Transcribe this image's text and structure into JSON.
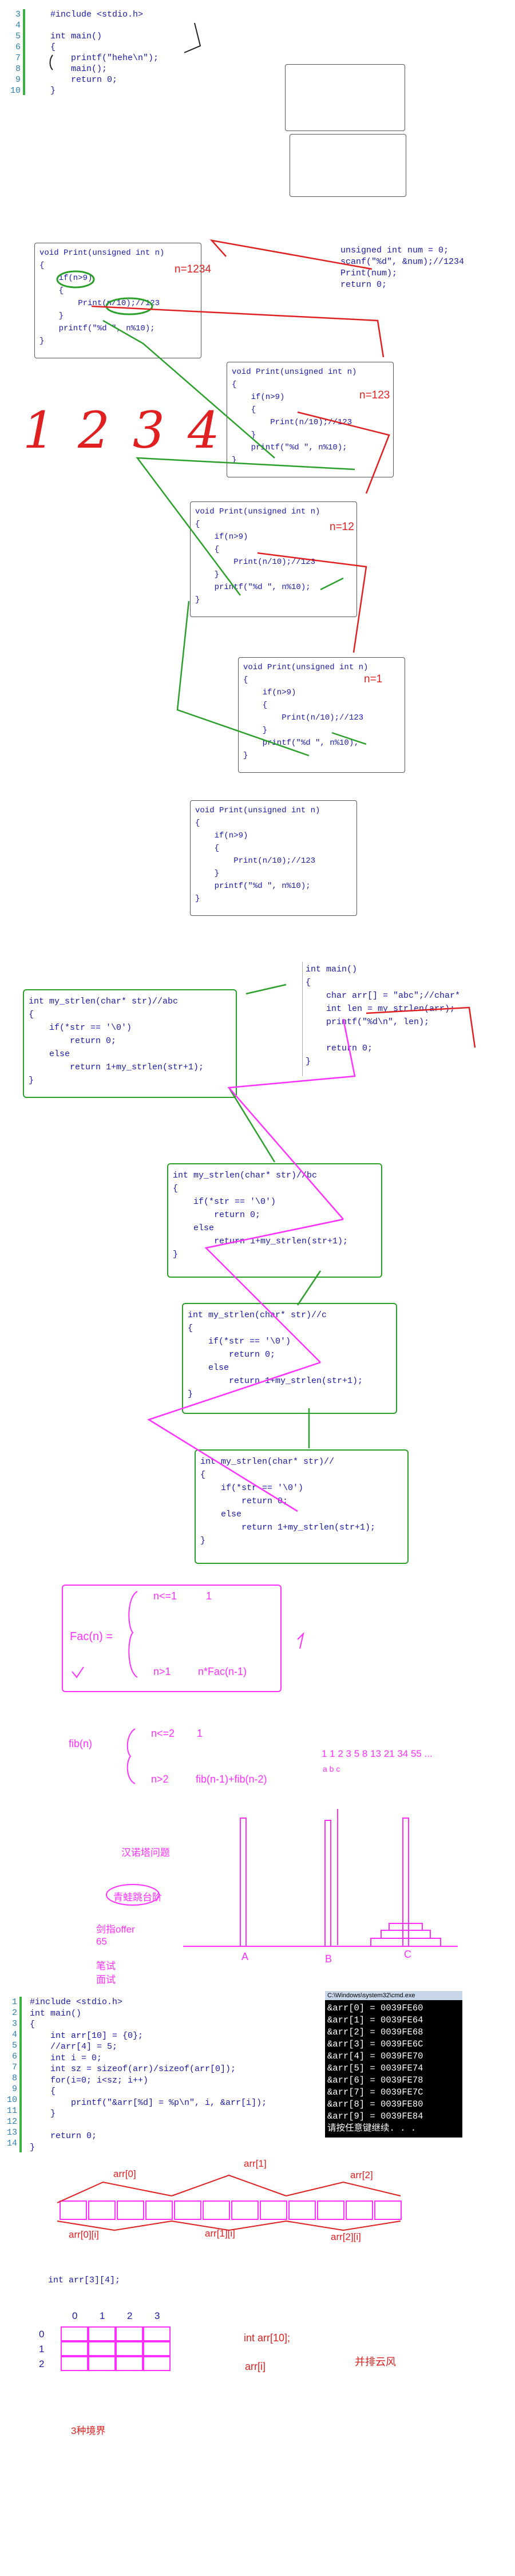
{
  "section1": {
    "line_numbers": "3\n4\n5\n6\n7\n8\n9\n10",
    "code": "#include <stdio.h>\n\nint main()\n{\n    printf(\"hehe\\n\");\n    main();\n    return 0;\n}"
  },
  "print_main": {
    "code": "unsigned int num = 0;\nscanf(\"%d\", &num);//1234\nPrint(num);\nreturn 0;"
  },
  "print_frames": [
    {
      "code": "void Print(unsigned int n)\n{\n    if(n>9)\n    {\n        Print(n/10);//123\n    }\n    printf(\"%d \", n%10);\n}",
      "note": "n=1234"
    },
    {
      "code": "void Print(unsigned int n)\n{\n    if(n>9)\n    {\n        Print(n/10);//123\n    }\n    printf(\"%d \", n%10);\n}",
      "note": "n=123"
    },
    {
      "code": "void Print(unsigned int n)\n{\n    if(n>9)\n    {\n        Print(n/10);//123\n    }\n    printf(\"%d \", n%10);\n}",
      "note": "n=12"
    },
    {
      "code": "void Print(unsigned int n)\n{\n    if(n>9)\n    {\n        Print(n/10);//123\n    }\n    printf(\"%d \", n%10);\n}",
      "note": "n=1"
    },
    {
      "code": "void Print(unsigned int n)\n{\n    if(n>9)\n    {\n        Print(n/10);//123\n    }\n    printf(\"%d \", n%10);\n}",
      "note": ""
    }
  ],
  "handwriting_digits": "1 2 3 4",
  "strlen_main": {
    "code": "int main()\n{\n    char arr[] = \"abc\";//char*\n    int len = my_strlen(arr);\n    printf(\"%d\\n\", len);\n\n    return 0;\n}"
  },
  "strlen_frames": [
    {
      "code": "int my_strlen(char* str)//abc\n{\n    if(*str == '\\0')\n        return 0;\n    else\n        return 1+my_strlen(str+1);\n}"
    },
    {
      "code": "int my_strlen(char* str)//bc\n{\n    if(*str == '\\0')\n        return 0;\n    else\n        return 1+my_strlen(str+1);\n}"
    },
    {
      "code": "int my_strlen(char* str)//c\n{\n    if(*str == '\\0')\n        return 0;\n    else\n        return 1+my_strlen(str+1);\n}"
    },
    {
      "code": "int my_strlen(char* str)//\n{\n    if(*str == '\\0')\n        return 0;\n    else\n        return 1+my_strlen(str+1);\n}"
    }
  ],
  "fac": {
    "label": "Fac(n) =",
    "case1_cond": "n<=1",
    "case1_val": "1",
    "case2_cond": "n>1",
    "case2_val": "n*Fac(n-1)"
  },
  "fib": {
    "label": "fib(n)",
    "case1_cond": "n<=2",
    "case1_val": "1",
    "case2_cond": "n>2",
    "case2_val": "fib(n-1)+fib(n-2)",
    "sequence": "1 1 2 3 5 8 13 21 34 55 ...",
    "letters": "a b c"
  },
  "hanoi": {
    "title": "汉诺塔问题",
    "pillars": [
      "A",
      "B",
      "C"
    ],
    "note1": "青蛙跳台阶",
    "note2": "剑指offer",
    "note3": "65",
    "note4": "笔试",
    "note5": "面试"
  },
  "array_code": {
    "line_numbers": "1\n2\n3\n4\n5\n6\n7\n8\n9\n10\n11\n12\n13\n14",
    "code": "#include <stdio.h>\nint main()\n{\n    int arr[10] = {0};\n    //arr[4] = 5;\n    int i = 0;\n    int sz = sizeof(arr)/sizeof(arr[0]);\n    for(i=0; i<sz; i++)\n    {\n        printf(\"&arr[%d] = %p\\n\", i, &arr[i]);\n    }\n\n    return 0;\n}"
  },
  "console": {
    "title": "C:\\Windows\\system32\\cmd.exe",
    "lines": "&arr[0] = 0039FE60\n&arr[1] = 0039FE64\n&arr[2] = 0039FE68\n&arr[3] = 0039FE6C\n&arr[4] = 0039FE70\n&arr[5] = 0039FE74\n&arr[6] = 0039FE78\n&arr[7] = 0039FE7C\n&arr[8] = 0039FE80\n&arr[9] = 0039FE84\n请按任意键继续. . ."
  },
  "array_diagram": {
    "labels": [
      "arr[0]",
      "arr[1]",
      "arr[2]"
    ],
    "sub_labels": [
      "arr[0][i]",
      "arr[1][i]",
      "arr[2][i]"
    ],
    "decl": "int arr[3][4];",
    "cols": [
      "0",
      "1",
      "2",
      "3"
    ],
    "rows": [
      "0",
      "1",
      "2"
    ],
    "side1": "int arr[10];",
    "side2": "arr[i]",
    "side3": "并排云风",
    "bottom": "3种境界"
  }
}
